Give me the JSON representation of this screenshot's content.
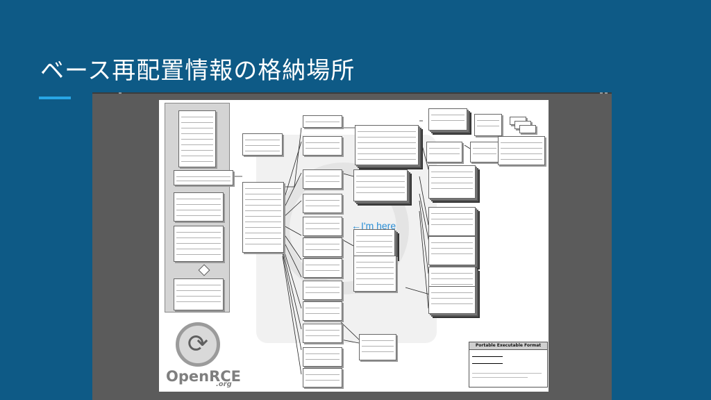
{
  "slide": {
    "title": "ベース再配置情報の格納場所",
    "accent_color": "#28a6e6",
    "background_color": "#0e5a86"
  },
  "diagram": {
    "here_marker": "←I'm here",
    "legend": {
      "title": "Portable Executable Format"
    },
    "logo": {
      "text": "OpenRCE",
      "suffix": ".org",
      "icon": "refresh-arrows-icon"
    }
  }
}
